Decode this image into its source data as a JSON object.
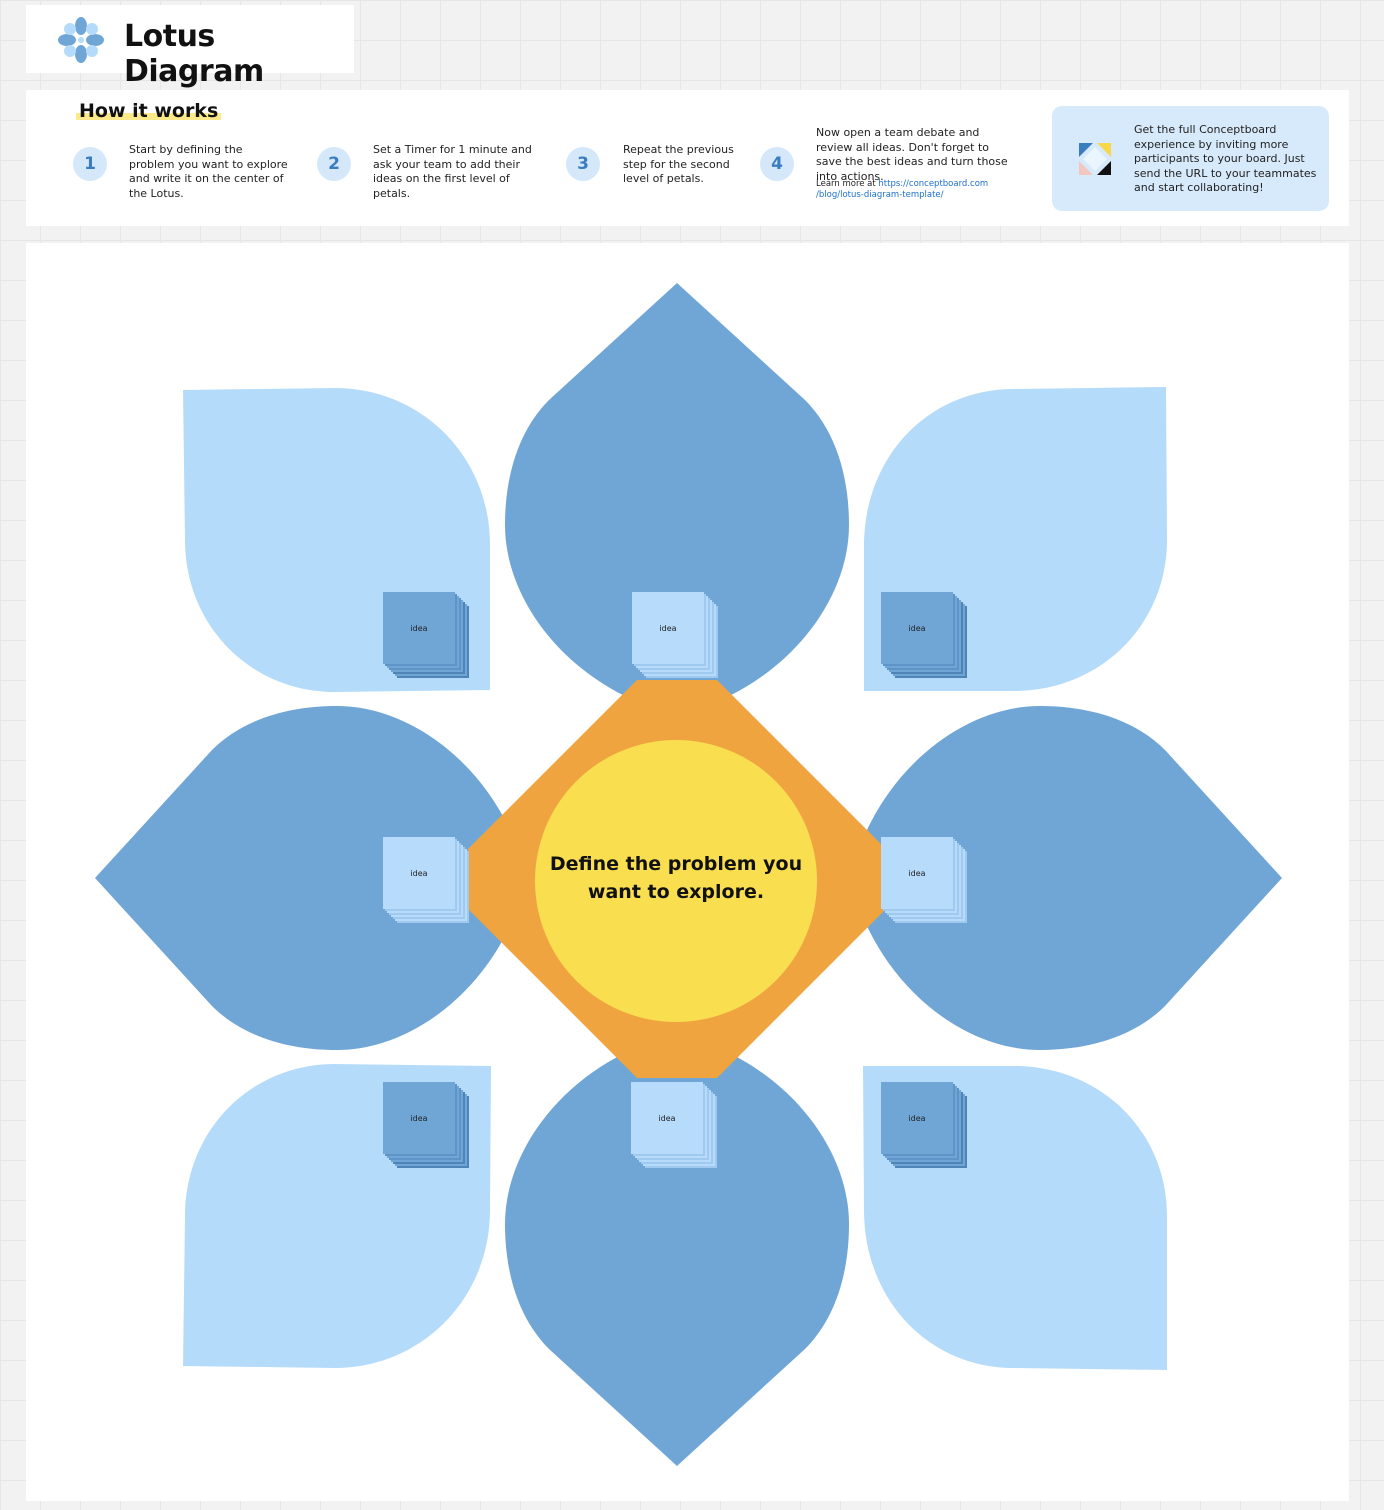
{
  "header": {
    "title": "Lotus Diagram"
  },
  "how_it_works": {
    "title": "How it works",
    "steps": [
      {
        "number": "1",
        "text": "Start by defining the problem you want to explore and write it on the center of the Lotus."
      },
      {
        "number": "2",
        "text": "Set a Timer for 1 minute and ask your team to add their ideas on the first level of petals."
      },
      {
        "number": "3",
        "text": "Repeat the previous step for the second level of petals."
      },
      {
        "number": "4",
        "text": "Now open a team debate and review all ideas. Don't forget to save the best ideas and turn those into actions."
      }
    ],
    "learn_more_prefix": "Learn more at ",
    "learn_more_link_1": "https://conceptboard.com",
    "learn_more_link_2": "/blog/lotus-diagram-template/"
  },
  "promo": {
    "text": "Get the full Conceptboard experience by inviting more participants to your board. Just send the URL to your teammates and start collaborating!"
  },
  "diagram": {
    "center_text": "Define the problem you want to explore.",
    "sticky_label": "idea",
    "colors": {
      "petal_dark": "#6fa6d6",
      "petal_light": "#b5dbfb",
      "diamond": "#f0a43f",
      "center_circle": "#f9de50"
    }
  }
}
